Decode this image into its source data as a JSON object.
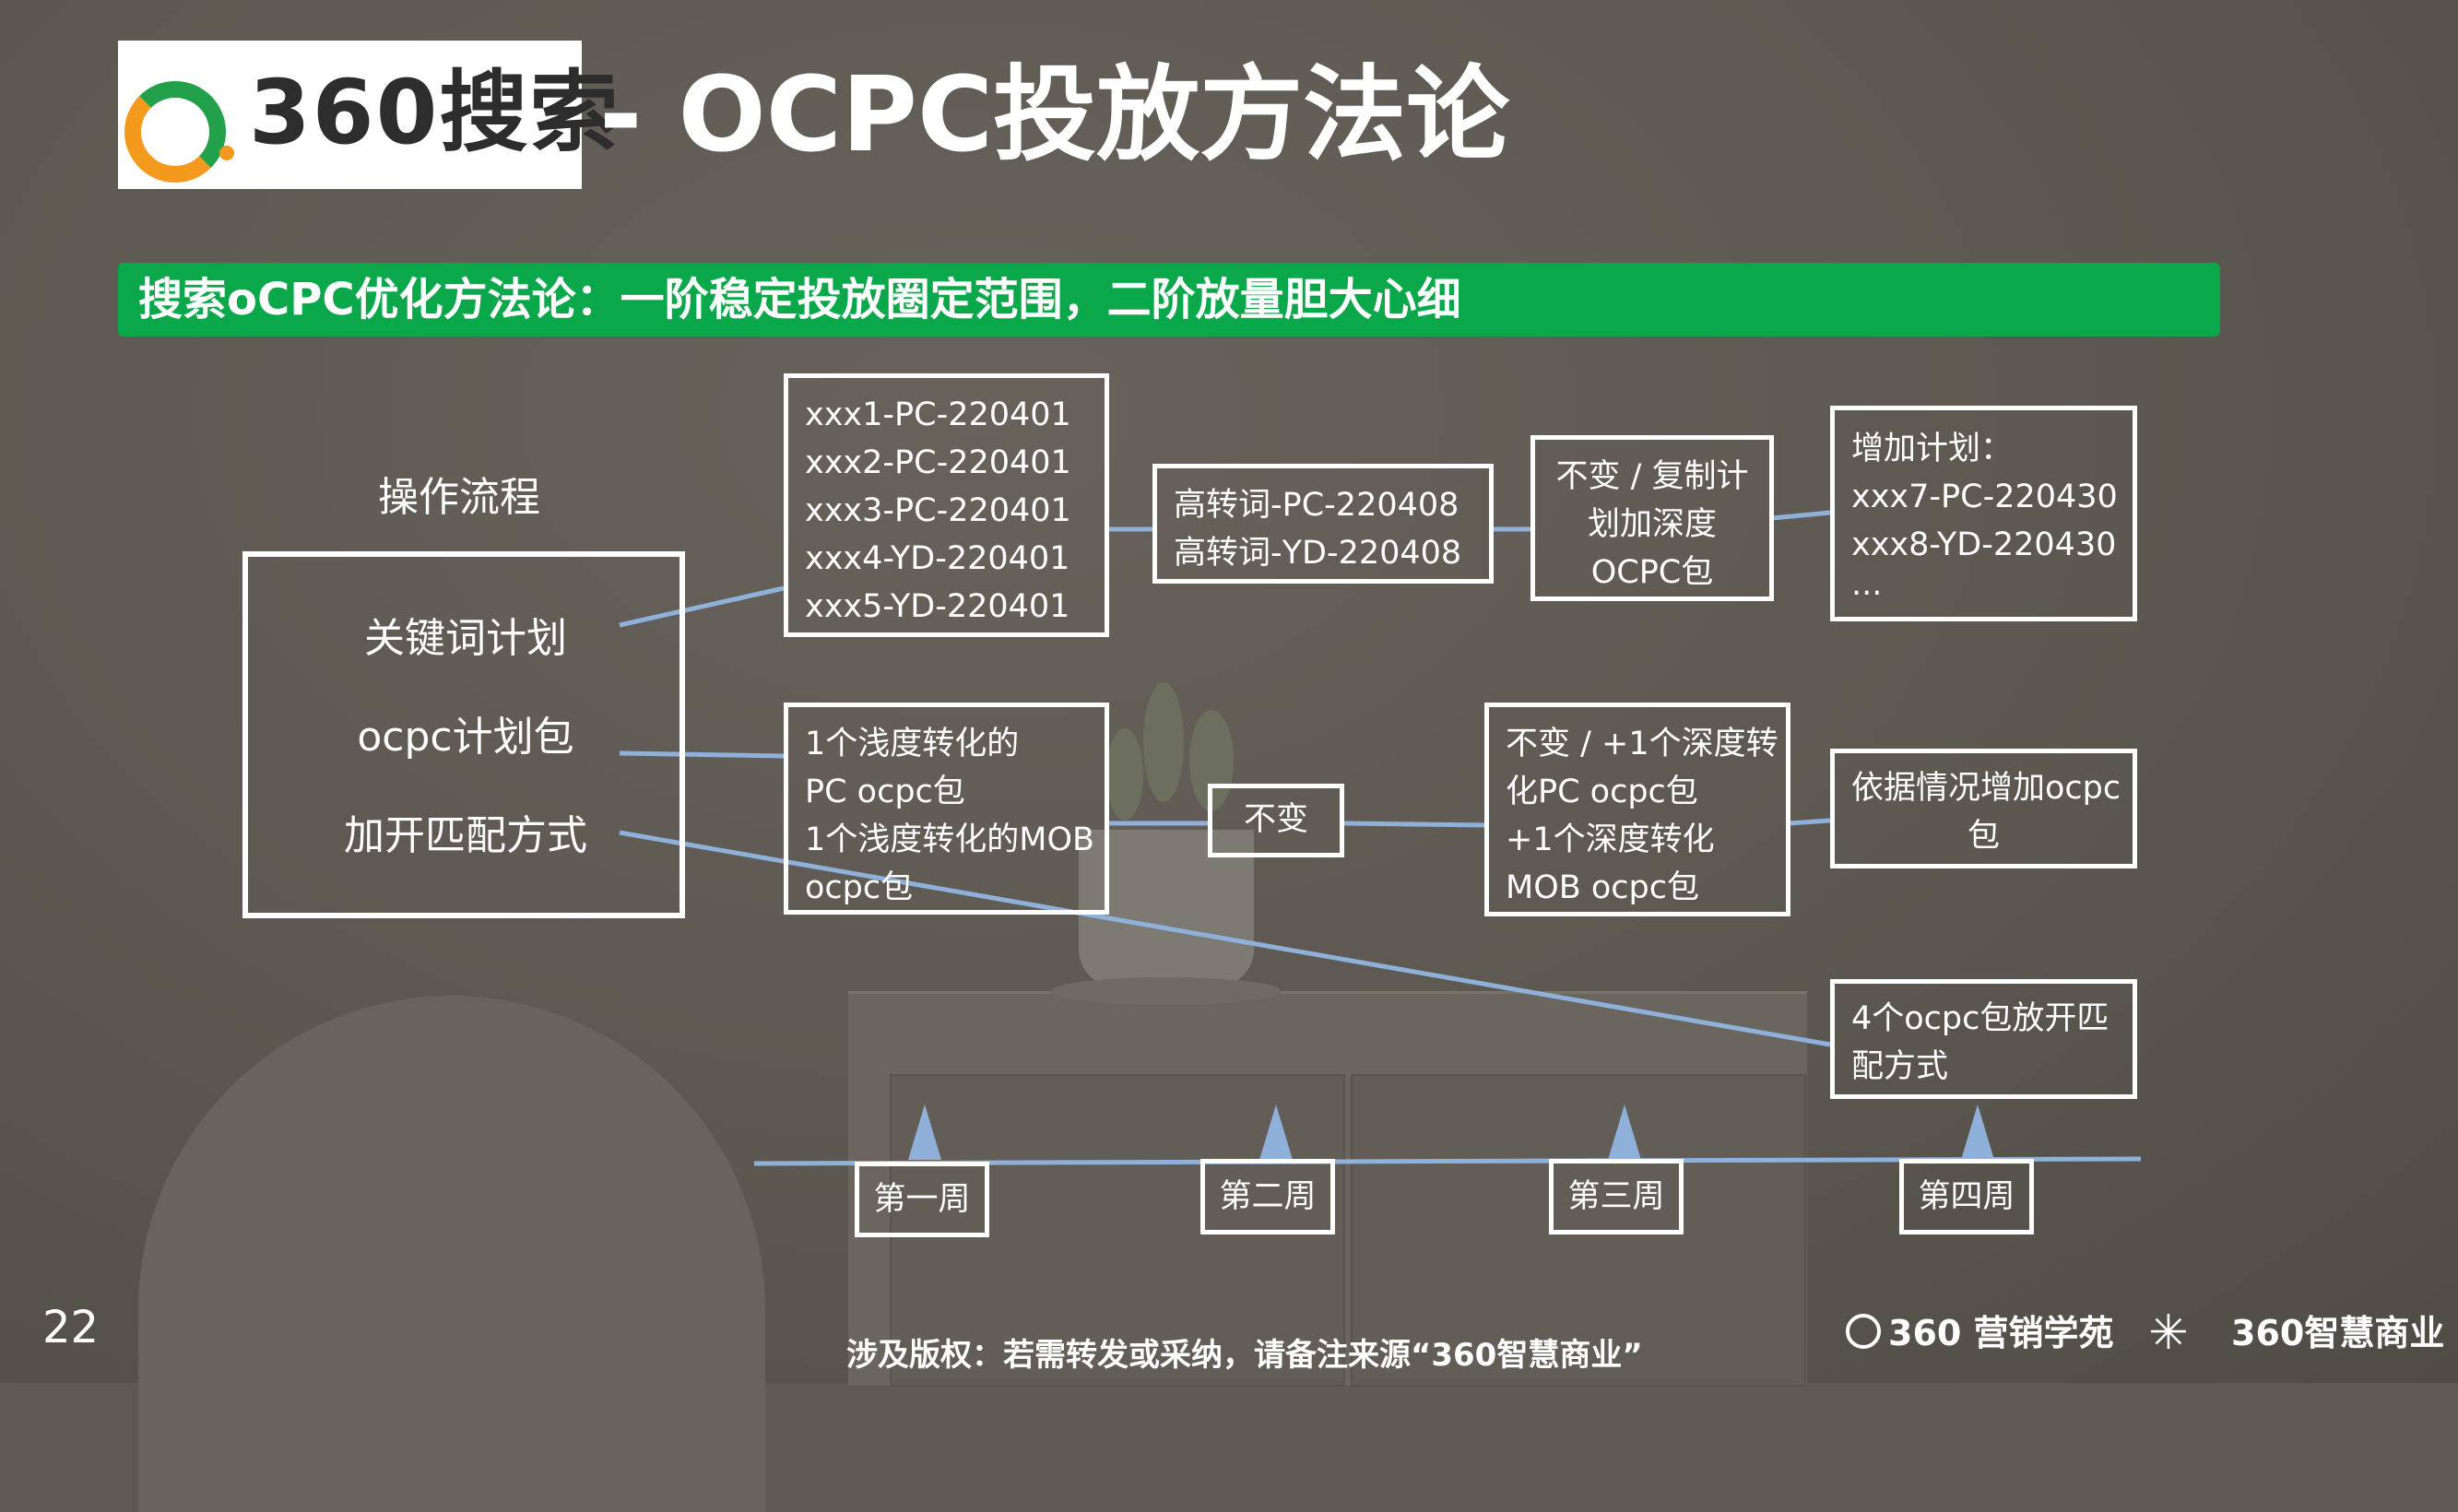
{
  "header": {
    "logo_text": "360搜索",
    "title": "- OCPC投放方法论"
  },
  "banner": {
    "text": "搜索oCPC优化方法论：一阶稳定投放圈定范围，二阶放量胆大心细"
  },
  "operation_flow": {
    "label": "操作流程",
    "items": [
      "关键词计划",
      "ocpc计划包",
      "加开匹配方式"
    ]
  },
  "week1": {
    "keyword_box": [
      "xxx1-PC-220401",
      "xxx2-PC-220401",
      "xxx3-PC-220401",
      "xxx4-YD-220401",
      "xxx5-YD-220401"
    ],
    "ocpc_box": [
      "1个浅度转化的",
      "PC ocpc包",
      "1个浅度转化的MOB",
      "ocpc包"
    ]
  },
  "week2": {
    "keyword_box": [
      "高转词-PC-220408",
      "高转词-YD-220408"
    ],
    "ocpc_box": [
      "不变"
    ]
  },
  "week3": {
    "keyword_box": [
      "不变 / 复制计",
      "划加深度",
      "OCPC包"
    ],
    "ocpc_box": [
      "不变 / +1个深度转",
      "化PC ocpc包",
      "+1个深度转化",
      "MOB ocpc包"
    ]
  },
  "week4": {
    "keyword_box": [
      "增加计划：",
      "xxx7-PC-220430",
      "xxx8-YD-220430",
      "..."
    ],
    "ocpc_box": [
      "依据情况增加ocpc",
      "包"
    ],
    "match_box": [
      "4个ocpc包放开匹",
      "配方式"
    ]
  },
  "timeline": {
    "weeks": [
      "第一周",
      "第二周",
      "第三周",
      "第四周"
    ]
  },
  "footer": {
    "page_number": "22",
    "copyright": "涉及版权：若需转发或采纳，请备注来源“360智慧商业”",
    "logo1": "360 营销学苑",
    "logo2": "360智慧商业"
  }
}
